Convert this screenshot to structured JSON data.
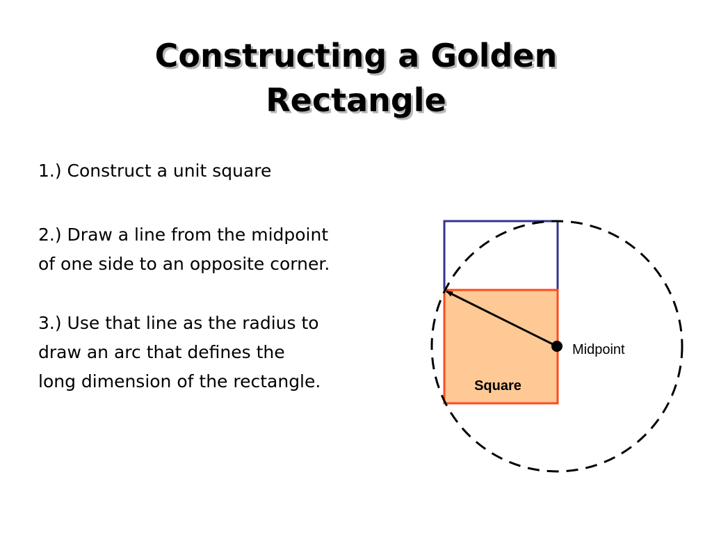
{
  "title": {
    "line1": "Constructing a Golden",
    "line2": "Rectangle"
  },
  "steps": [
    {
      "lines": [
        "1.)  Construct a unit square"
      ]
    },
    {
      "lines": [
        "2.)  Draw a line from the midpoint",
        "of one side to an opposite corner."
      ]
    },
    {
      "lines": [
        "3.) Use that line as the radius to",
        "draw an arc that defines the",
        "long dimension of the rectangle."
      ]
    }
  ],
  "diagram": {
    "square_label": "Square",
    "midpoint_label": "Midpoint",
    "colors": {
      "square_stroke": "#ff4a1c",
      "square_fill": "#ffc995",
      "top_rect_stroke": "#33338f",
      "circle_stroke": "#000000",
      "radius_line": "#000000"
    }
  }
}
